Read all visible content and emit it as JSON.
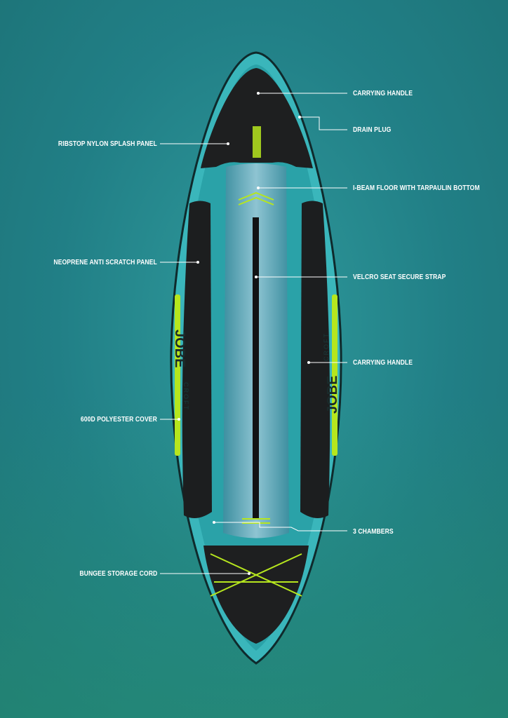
{
  "brand": {
    "logo": "JOBE",
    "model": "CROFT"
  },
  "labels": {
    "carrying_handle_bow": "CARRYING HANDLE",
    "drain_plug": "DRAIN PLUG",
    "splash_panel": "RIBSTOP NYLON SPLASH PANEL",
    "floor": "I-BEAM FLOOR WITH TARPAULIN BOTTOM",
    "neoprene_panel": "NEOPRENE ANTI SCRATCH PANEL",
    "velcro_strap": "VELCRO SEAT SECURE STRAP",
    "carrying_handle_side": "CARRYING HANDLE",
    "cover": "600D POLYESTER COVER",
    "chambers": "3 CHAMBERS",
    "bungee": "BUNGEE STORAGE CORD"
  },
  "colors": {
    "hull": "#3ab6bb",
    "dark": "#1c1e1f",
    "accent": "#b6e61e"
  }
}
